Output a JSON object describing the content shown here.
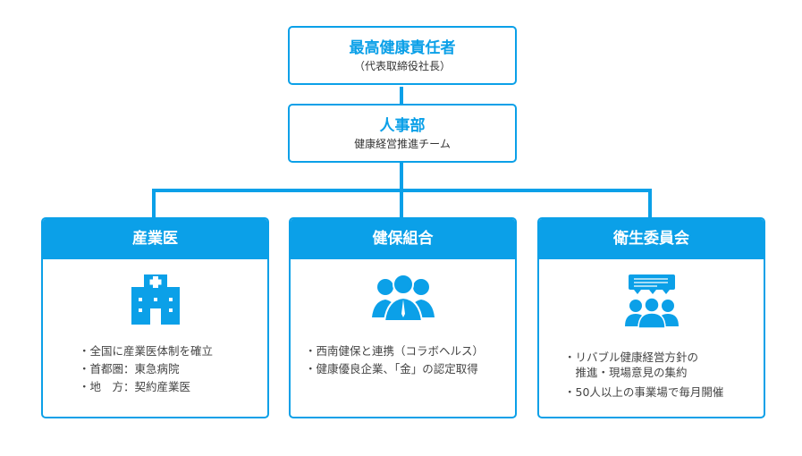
{
  "top": {
    "title": "最高健康責任者",
    "subtitle": "（代表取締役社長）"
  },
  "hr": {
    "title": "人事部",
    "subtitle": "健康経営推進チーム"
  },
  "cards": [
    {
      "title": "産業医",
      "icon": "hospital-icon",
      "items": [
        "全国に産業医体制を確立",
        "首都圏：東急病院",
        "地　方：契約産業医"
      ]
    },
    {
      "title": "健保組合",
      "icon": "people-group-icon",
      "items": [
        "西南健保と連携（コラボヘルス）",
        "健康優良企業、「金」の認定取得"
      ]
    },
    {
      "title": "衛生委員会",
      "icon": "meeting-icon",
      "items": [
        "リバブル健康経営方針の",
        "推進・現場意見の集約",
        "50人以上の事業場で毎月開催"
      ]
    }
  ],
  "colors": {
    "accent": "#0ba0e8"
  }
}
